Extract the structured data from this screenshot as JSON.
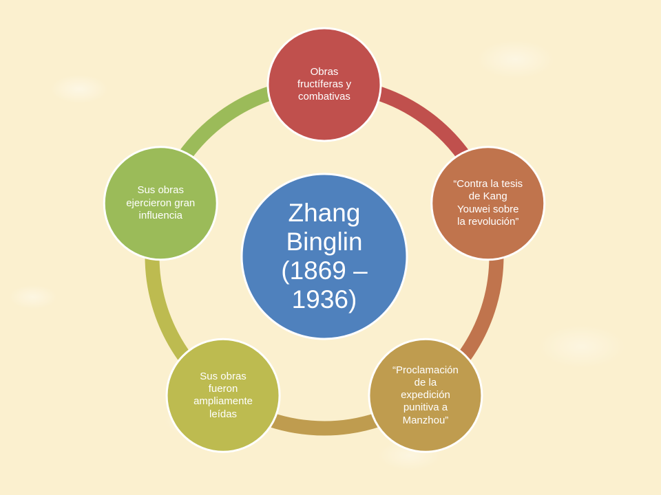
{
  "center": {
    "label": "Zhang\nBinglin\n(1869 –\n1936)",
    "color": "#4f81bd"
  },
  "nodes": [
    {
      "label": "Obras\nfructíferas y\ncombativas",
      "color": "#c0504d"
    },
    {
      "label": "“Contra la tesis\nde Kang\nYouwei sobre\nla revolución”",
      "color": "#c0744d"
    },
    {
      "label": "“Proclamación\nde la\nexpedición\npunitiva a\nManzhou”",
      "color": "#bf9c4f"
    },
    {
      "label": "Sus obras\nfueron\nampliamente\nleídas",
      "color": "#bdbb50"
    },
    {
      "label": "Sus obras\nejercieron gran\ninfluencia",
      "color": "#9bbb59"
    }
  ],
  "ring_colors": [
    "#c0504d",
    "#c0744d",
    "#bf9c4f",
    "#bdbb50",
    "#9bbb59"
  ],
  "node_border_color": "#ffffff"
}
